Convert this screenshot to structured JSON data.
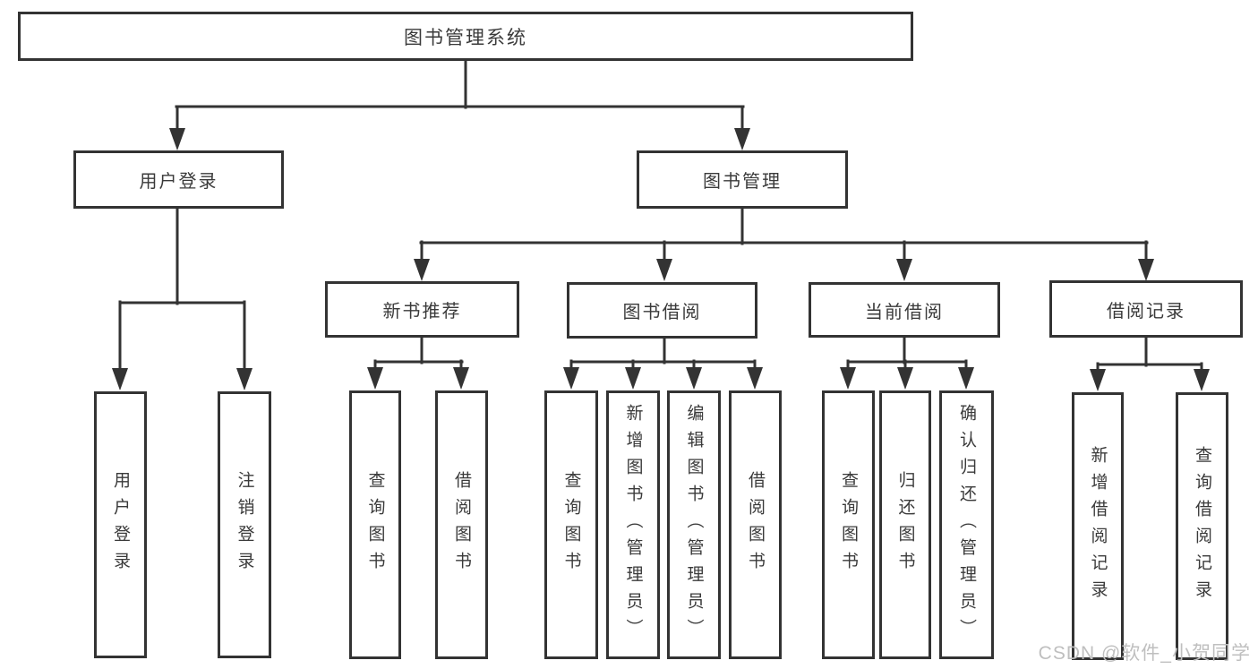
{
  "diagram_type": "functional-structure-tree",
  "tree": {
    "root": {
      "label": "图书管理系统"
    },
    "children": [
      {
        "label": "用户登录",
        "children": [
          {
            "label": "用户登录"
          },
          {
            "label": "注销登录"
          }
        ]
      },
      {
        "label": "图书管理",
        "children": [
          {
            "label": "新书推荐",
            "children": [
              {
                "label": "查询图书"
              },
              {
                "label": "借阅图书"
              }
            ]
          },
          {
            "label": "图书借阅",
            "children": [
              {
                "label": "查询图书"
              },
              {
                "label": "新增图书（管理员）"
              },
              {
                "label": "编辑图书（管理员）"
              },
              {
                "label": "借阅图书"
              }
            ]
          },
          {
            "label": "当前借阅",
            "children": [
              {
                "label": "查询图书"
              },
              {
                "label": "归还图书"
              },
              {
                "label": "确认归还（管理员）"
              }
            ]
          },
          {
            "label": "借阅记录",
            "children": [
              {
                "label": "新增借阅记录"
              },
              {
                "label": "查询借阅记录"
              }
            ]
          }
        ]
      }
    ]
  },
  "watermark": "CSDN @软件_小贺同学",
  "colors": {
    "line": "#333333",
    "box_border": "#333333",
    "text": "#3a3a3a",
    "background": "#ffffff",
    "watermark": "#bfbfbf"
  }
}
